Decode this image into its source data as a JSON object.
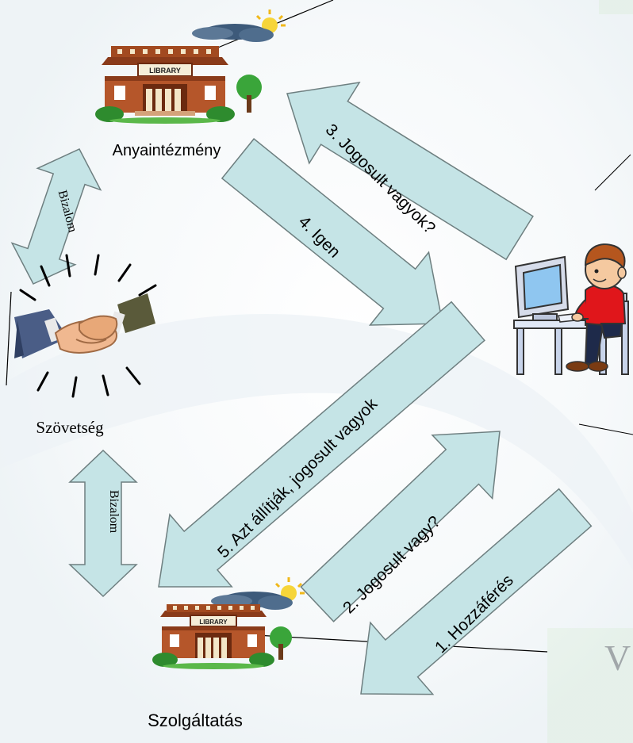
{
  "colors": {
    "arrow_fill": "#c5e4e6",
    "arrow_stroke": "#6e7f80",
    "green_box": "#e4f6d8",
    "background_swirl": "#e8f0f4"
  },
  "nodes": {
    "home_institution": {
      "label": "Anyaintézmény",
      "icon": "library-building-icon"
    },
    "federation": {
      "label": "Szövetség",
      "icon": "handshake-icon"
    },
    "service": {
      "label": "Szolgáltatás",
      "icon": "library-building-icon"
    },
    "user": {
      "icon": "user-at-computer-icon"
    }
  },
  "arrows": {
    "step1": "1. Hozzáférés",
    "step2": "2. Jogosult vagy?",
    "step3": "3. Jogosult vagyok?",
    "step4": "4. Igen",
    "step5": "5. Azt állítják, jogosult vagyok",
    "trust_top": "Bizalom",
    "trust_bottom": "Bizalom"
  },
  "callout_bottom": {
    "text": "V"
  },
  "library_sign": "LIBRARY"
}
